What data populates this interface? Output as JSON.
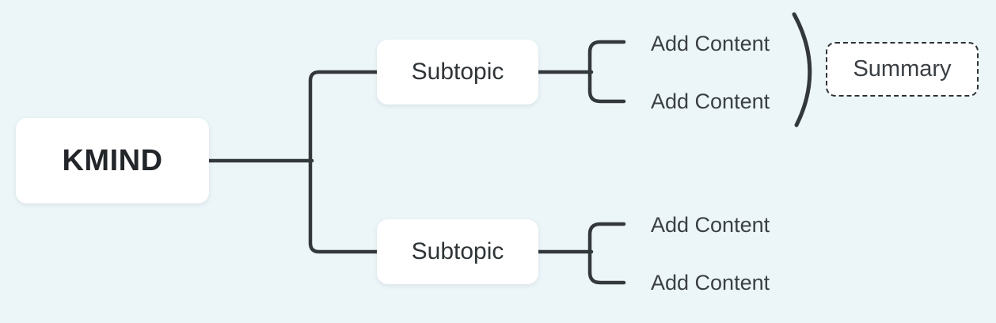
{
  "canvas": {
    "background_color": "#ecf5f8",
    "line_color": "#33383b",
    "node_background_color": "#ffffff"
  },
  "mindmap": {
    "root": {
      "label": "KMIND"
    },
    "branches": [
      {
        "label": "Subtopic",
        "children": [
          {
            "label": "Add Content"
          },
          {
            "label": "Add Content"
          }
        ],
        "summary": {
          "label": "Summary"
        }
      },
      {
        "label": "Subtopic",
        "children": [
          {
            "label": "Add Content"
          },
          {
            "label": "Add Content"
          }
        ]
      }
    ]
  }
}
